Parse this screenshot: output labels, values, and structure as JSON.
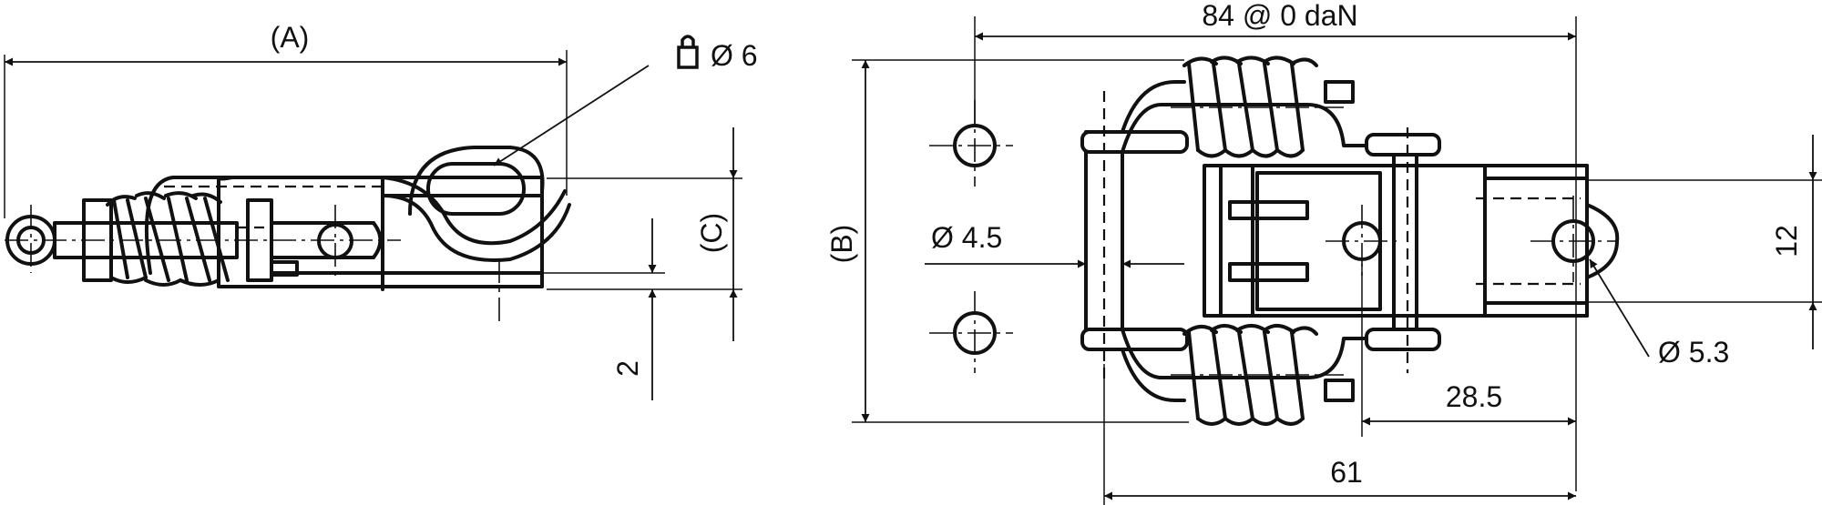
{
  "side_view": {
    "dim_a": "(A)",
    "dim_c": "(C)",
    "dim_thickness": "2",
    "padlock_diameter": "Ø 6"
  },
  "front_view": {
    "dim_b": "(B)",
    "dim_spring_length": "84 @ 0 daN",
    "dim_hole_left": "Ø 4.5",
    "dim_hole_right": "Ø 5.3",
    "dim_height": "12",
    "dim_offset": "28.5",
    "dim_width": "61"
  },
  "icons": {
    "padlock": "padlock-icon"
  }
}
